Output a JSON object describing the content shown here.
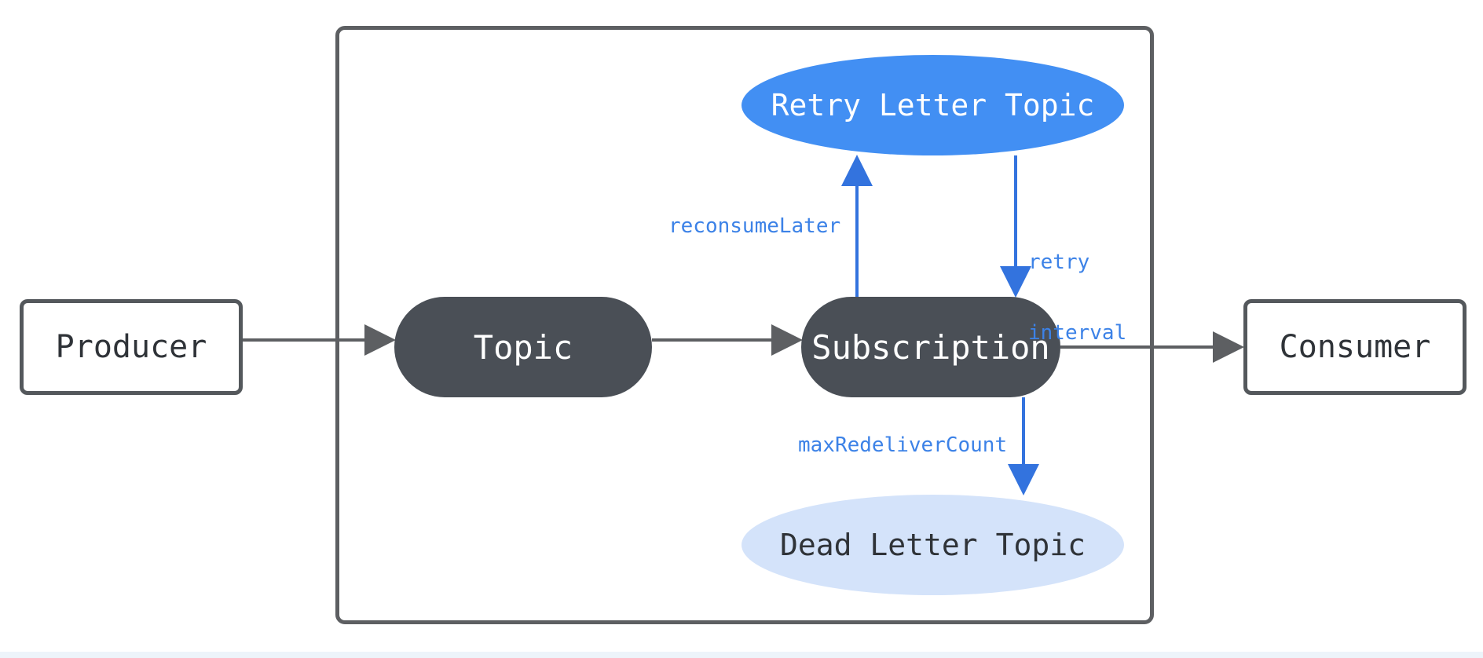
{
  "nodes": {
    "producer": "Producer",
    "topic": "Topic",
    "subscription": "Subscription",
    "consumer": "Consumer",
    "retry_letter_topic": "Retry Letter Topic",
    "dead_letter_topic": "Dead Letter Topic"
  },
  "edges": {
    "reconsume_later": "reconsumeLater",
    "retry_interval_line1": "retry",
    "retry_interval_line2": "interval",
    "max_redeliver_count": "maxRedeliverCount"
  },
  "colors": {
    "dark_node": "#4a4f56",
    "retry_topic": "#428ff3",
    "dead_letter_topic": "#d4e3fa",
    "blue_arrow": "#3373de",
    "gray_arrow": "#5d5f62",
    "edge_label": "#3c82e7"
  }
}
